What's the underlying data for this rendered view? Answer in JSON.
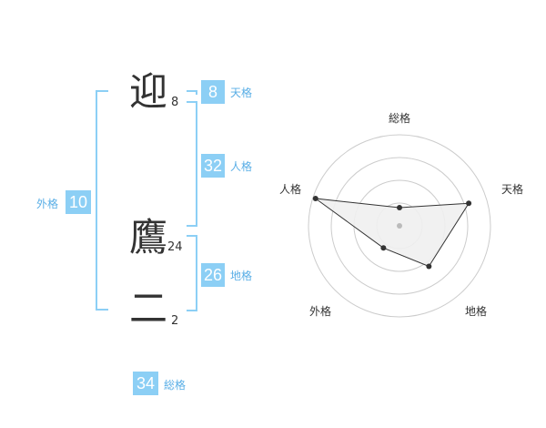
{
  "characters": [
    {
      "char": "迎",
      "strokes": "8"
    },
    {
      "char": "鷹",
      "strokes": "24"
    },
    {
      "char": "二",
      "strokes": "2"
    }
  ],
  "kakusu": {
    "tenkaku": {
      "value": "8",
      "label": "天格"
    },
    "jinkaku": {
      "value": "32",
      "label": "人格"
    },
    "chikaku": {
      "value": "26",
      "label": "地格"
    },
    "gaikaku": {
      "value": "10",
      "label": "外格"
    },
    "soukaku": {
      "value": "34",
      "label": "総格"
    }
  },
  "radar": {
    "axes": [
      "総格",
      "天格",
      "地格",
      "外格",
      "人格"
    ],
    "values": [
      0.2,
      0.8,
      0.55,
      0.3,
      0.97
    ],
    "line_color": "#333333",
    "fill_color": "#efefef",
    "ring_color": "#cccccc"
  }
}
